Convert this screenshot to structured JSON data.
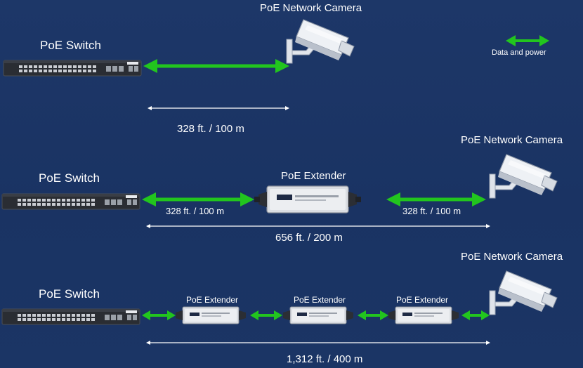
{
  "colors": {
    "background": "#1c3566",
    "arrow": "#22c51e",
    "text": "#ffffff",
    "dimension_line": "#ffffff"
  },
  "legend": {
    "label": "Data and power",
    "icon": "double-arrow-icon"
  },
  "rows": [
    {
      "switch_label": "PoE Switch",
      "camera_label": "PoE Network Camera",
      "segments": [],
      "total": "328 ft. / 100 m"
    },
    {
      "switch_label": "PoE Switch",
      "camera_label": "PoE Network Camera",
      "extender_labels": [
        "PoE Extender"
      ],
      "segments": [
        "328 ft. / 100 m",
        "328 ft. / 100 m"
      ],
      "total": "656 ft. / 200 m"
    },
    {
      "switch_label": "PoE Switch",
      "camera_label": "PoE Network Camera",
      "extender_labels": [
        "PoE Extender",
        "PoE Extender",
        "PoE Extender"
      ],
      "segments": [],
      "total": "1,312 ft. / 400 m"
    }
  ]
}
